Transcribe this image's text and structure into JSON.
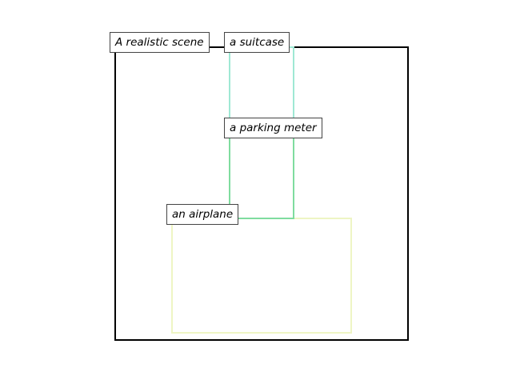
{
  "scene": {
    "label": "A realistic scene",
    "border_color": "#000000"
  },
  "objects": [
    {
      "label": "a suitcase",
      "color": "#9fe8d4"
    },
    {
      "label": "a parking meter",
      "color": "#7fdc9f"
    },
    {
      "label": "an airplane",
      "color": "#eef5c4"
    }
  ]
}
